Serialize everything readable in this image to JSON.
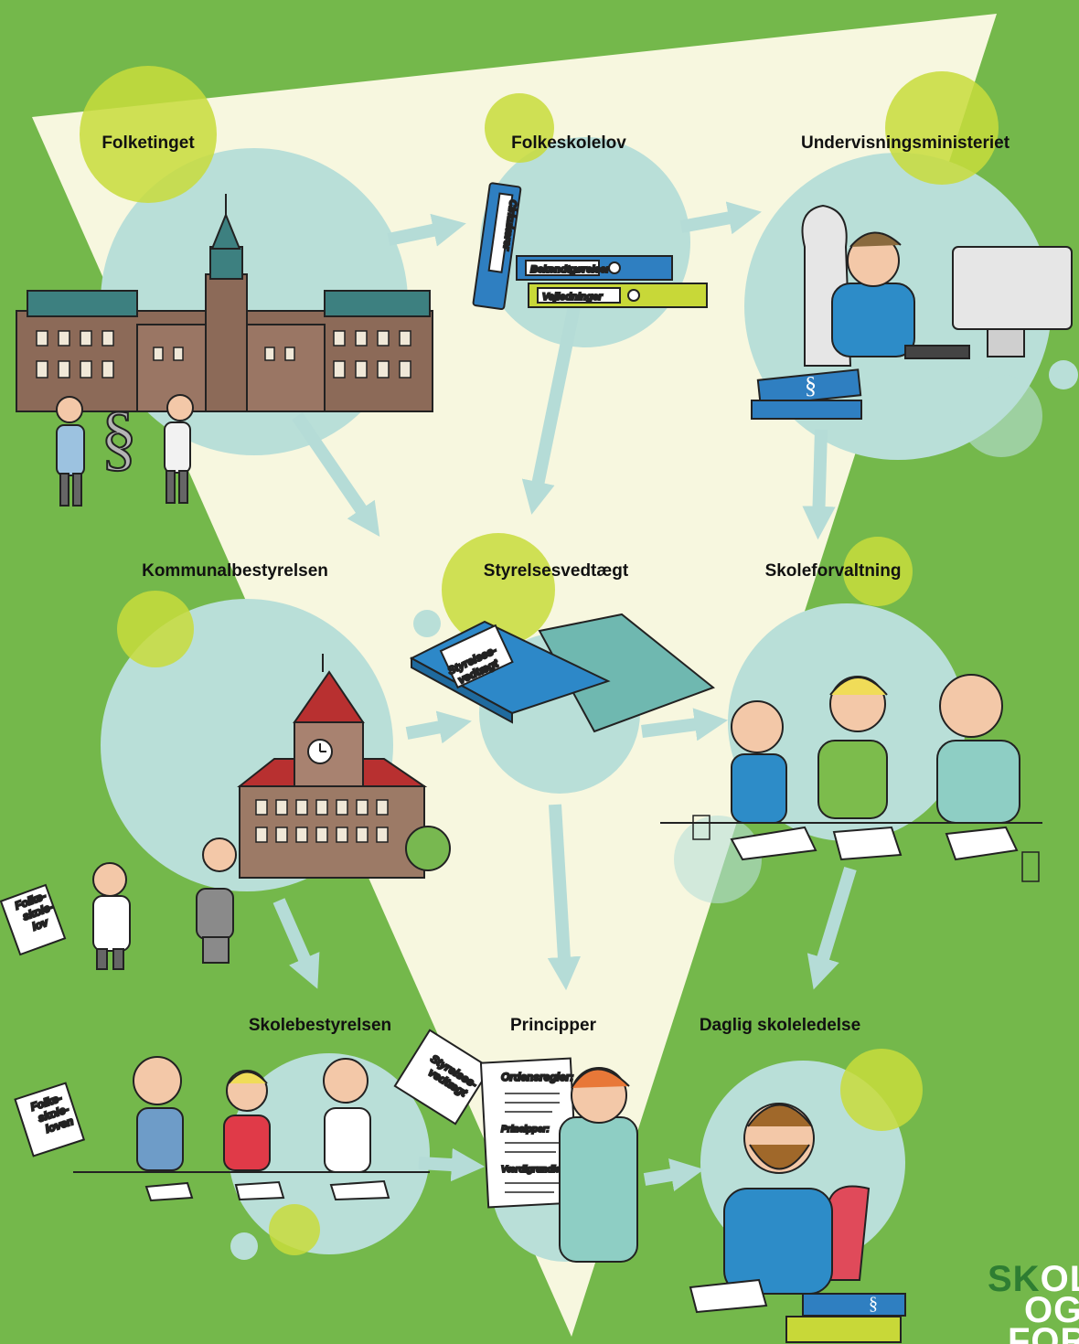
{
  "nodes": {
    "folketinget": "Folketinget",
    "folkeskolelov": "Folkeskolelov",
    "undervisningsministeriet": "Undervisningsministeriet",
    "kommunalbestyrelsen": "Kommunalbestyrelsen",
    "styrelsesvedtaegt": "Styrelsesvedtægt",
    "skoleforvaltning": "Skoleforvaltning",
    "skolebestyrelsen": "Skolebestyrelsen",
    "principper": "Principper",
    "daglig_skoleledelse": "Daglig skoleledelse"
  },
  "binders": {
    "cirkulaerer": "Cirkulærer",
    "bekendtgoerelser": "Bekendtgørelser",
    "vejledninger": "Vejledninger"
  },
  "documents": {
    "folkeskolelov_sign": [
      "Folke-",
      "skole-",
      "lov"
    ],
    "folkeskoleloven_sign": [
      "Folke-",
      "skole-",
      "loven"
    ],
    "styrelses_book": [
      "Styrelses-",
      "vedtægt"
    ],
    "styrelses_sheet": [
      "Styrelses-",
      "vedtægt"
    ],
    "ordensregler": "Ordensregler:",
    "principper_doc": "Principper:",
    "vaerdigrundlag": "Værdigrundlag:"
  },
  "symbols": {
    "paragraph": "§"
  },
  "logo": {
    "lines": [
      "SKOLE",
      "OG",
      "FOR"
    ],
    "colors": [
      "#2e7d32",
      "#ffffff"
    ]
  },
  "colors": {
    "background": "#74b84b",
    "triangle": "#f7f7df",
    "bubble": "#b9dfd8",
    "accent_circle": "#c8dc3c",
    "arrow": "#b5dcd7"
  }
}
